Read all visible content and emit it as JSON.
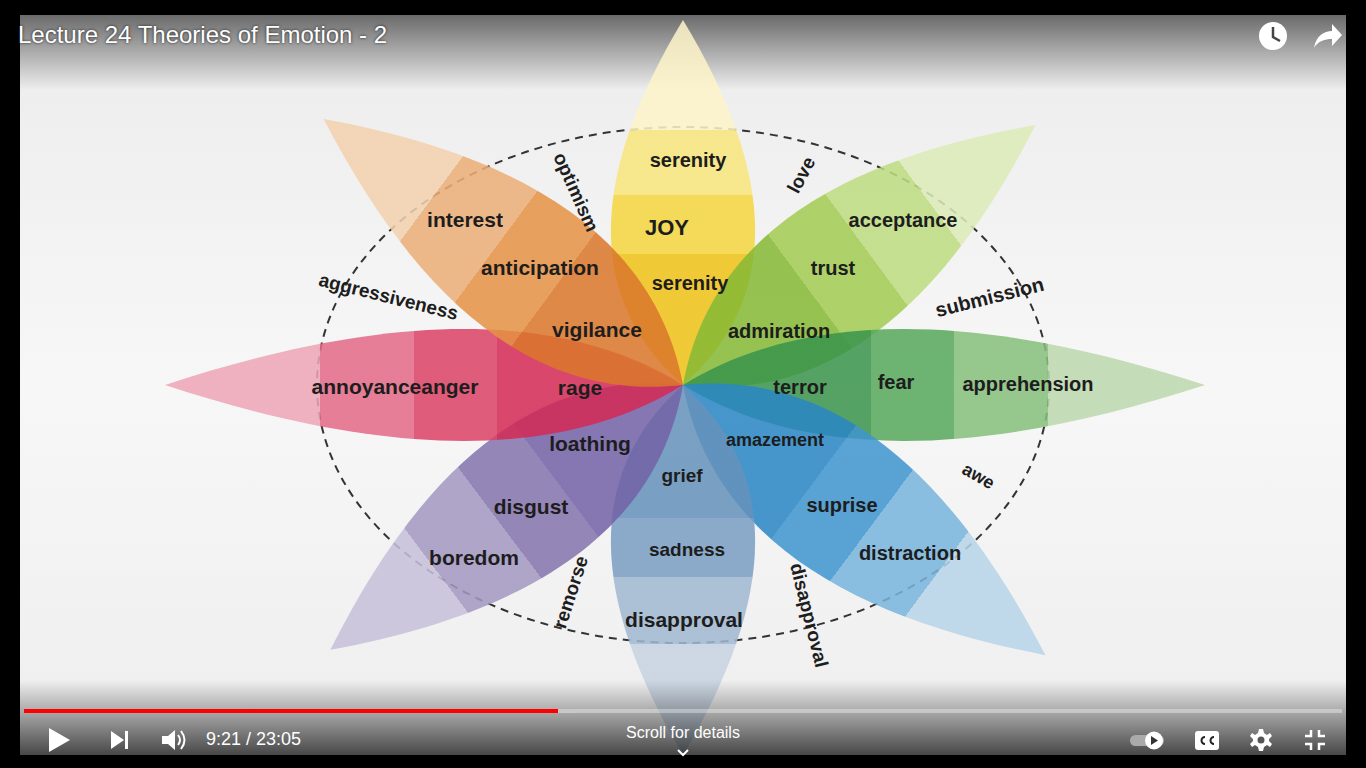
{
  "diagram": {
    "title": "Lecture 24 Theories of Emotion - 2",
    "nodes": [
      {
        "text": [
          "serenity",
          "JOY",
          "serenity"
        ]
      },
      {
        "text": [
          "acceptance",
          "trust",
          "admiration"
        ]
      },
      {
        "text": [
          "apprehension",
          "fear",
          "terror"
        ]
      },
      {
        "text": [
          "distraction",
          "suprise",
          "amazement"
        ]
      },
      {
        "text": [
          "disapproval",
          "sadness",
          "grief"
        ]
      },
      {
        "text": [
          "boredom",
          "disgust",
          "loathing"
        ]
      },
      {
        "text": [
          "annoyanceanger",
          "rage"
        ]
      },
      {
        "text": [
          "interest",
          "anticipation",
          "vigilance"
        ]
      }
    ],
    "labels": [
      "optimism",
      "love",
      "aggressiveness",
      "submission",
      "awe",
      "remorse",
      "disapproval",
      "9:21 / 23:05",
      "Scroll for details"
    ]
  }
}
